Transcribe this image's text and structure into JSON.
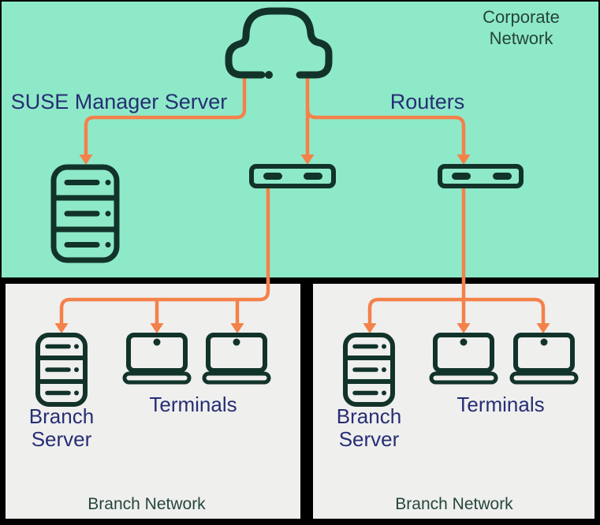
{
  "colors": {
    "mint_background": "#8ee9c8",
    "dark_green_icon": "#12332a",
    "navy_text": "#272e74",
    "orange_arrow": "#f4814a",
    "branch_box_background": "#efefee",
    "frame_black": "#000000",
    "router_inner": "#bef2dd"
  },
  "corporate": {
    "network_label": "Corporate\nNetwork",
    "suse_manager_label": "SUSE Manager Server",
    "routers_label": "Routers"
  },
  "branch_networks": [
    {
      "server_label": "Branch\nServer",
      "terminals_label": "Terminals",
      "network_label": "Branch Network"
    },
    {
      "server_label": "Branch\nServer",
      "terminals_label": "Terminals",
      "network_label": "Branch Network"
    }
  ],
  "icons": {
    "cloud": "cloud-icon",
    "corporate_server": "server-rack-icon",
    "router": "router-icon",
    "branch_server": "server-rack-icon",
    "terminal": "laptop-icon"
  }
}
